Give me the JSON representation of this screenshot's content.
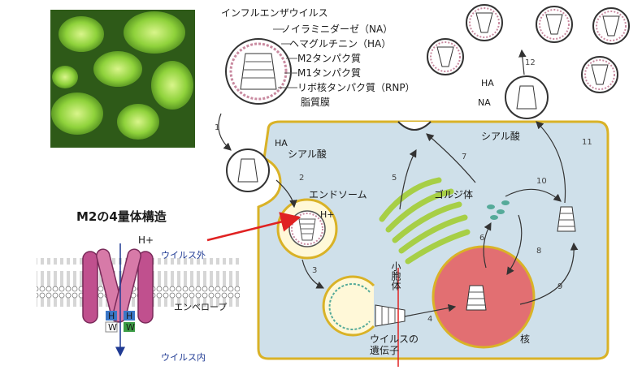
{
  "legend": {
    "virus": "インフルエンザウイルス",
    "na": "ノイラミニダーゼ（NA）",
    "ha": "ヘマグルチニン（HA）",
    "m2": "M2タンパク質",
    "m1": "M1タンパク質",
    "rnp": "リボ核タンパク質（RNP）",
    "lipid": "脂質膜"
  },
  "cell": {
    "ha_top": "HA",
    "na_top": "NA",
    "sialic_top": "シアル酸",
    "ha_left": "HA",
    "sialic_left": "シアル酸",
    "endosome": "エンドソーム",
    "golgi": "ゴルジ体",
    "vesicle": "小胞体",
    "genome": "ウイルスの\n遺伝子",
    "nucleus": "核",
    "h_plus": "H+"
  },
  "steps": [
    "1",
    "2",
    "3",
    "4",
    "5",
    "6",
    "7",
    "8",
    "9",
    "10",
    "11",
    "12"
  ],
  "m2": {
    "title": "M2の4量体構造",
    "outside": "ウイルス外",
    "inside": "ウイルス内",
    "envelope": "エンベロープ",
    "h_plus": "H+",
    "h1": "H",
    "h2": "H",
    "w1": "W",
    "w2": "W"
  },
  "colors": {
    "cytoplasm": "#cfe0ea",
    "cell_border": "#d9b227",
    "nucleus": "#e26f72",
    "golgi": "#a7cf46",
    "helix": "#c0508e",
    "arrow_red": "#e02222",
    "photo_bg": "#2e5a18"
  }
}
